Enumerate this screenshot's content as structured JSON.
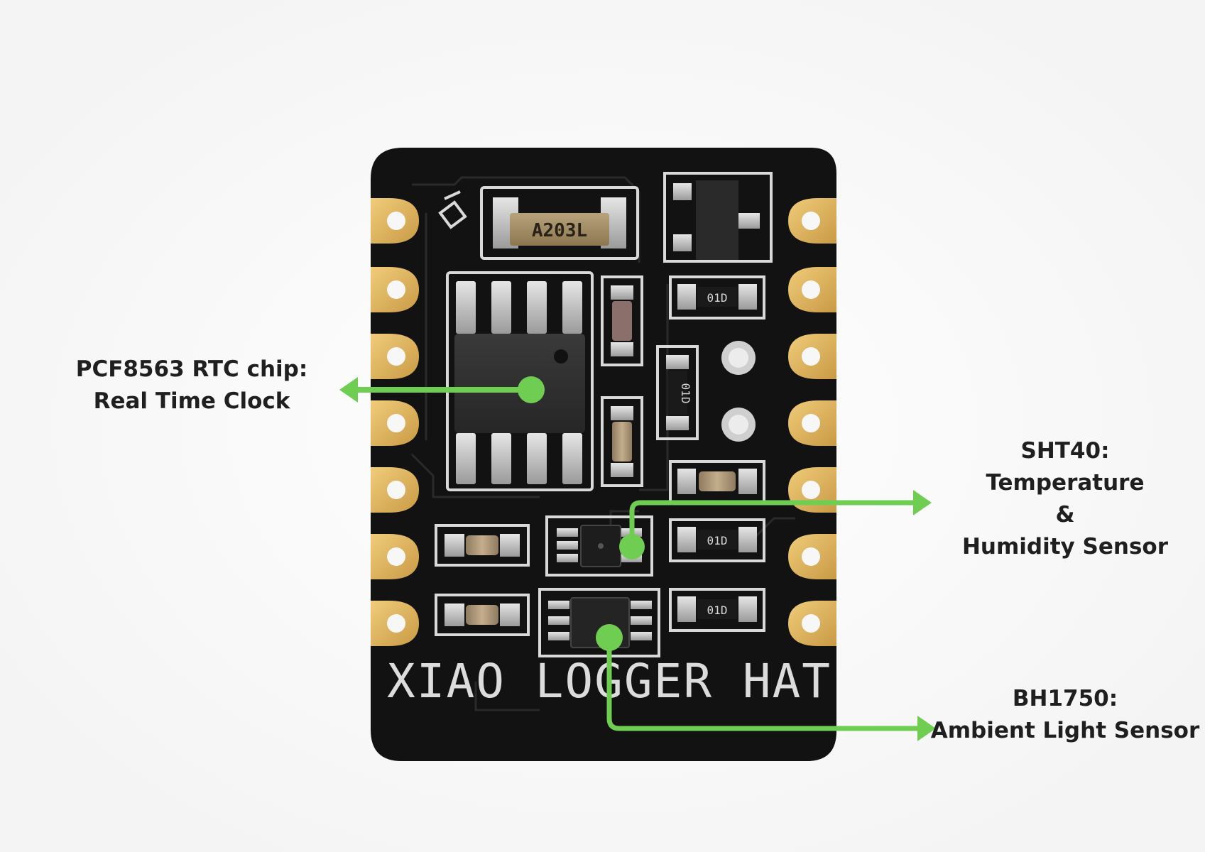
{
  "board": {
    "silkscreen_title": "XIAO LOGGER HAT",
    "crystal_marking": "A203L",
    "resistor_marking": "01D"
  },
  "callouts": {
    "rtc": {
      "line1": "PCF8563 RTC chip:",
      "line2": "Real Time Clock"
    },
    "sht": {
      "line1": "SHT40:",
      "line2": "Temperature",
      "line3": "&",
      "line4": "Humidity Sensor"
    },
    "bh": {
      "line1": "BH1750:",
      "line2": "Ambient Light Sensor"
    }
  },
  "colors": {
    "pcb": "#121212",
    "silkscreen": "#d9d9d9",
    "gold_pad": "#e0b45c",
    "arrow": "#6fce52",
    "text": "#1f1f1f"
  }
}
